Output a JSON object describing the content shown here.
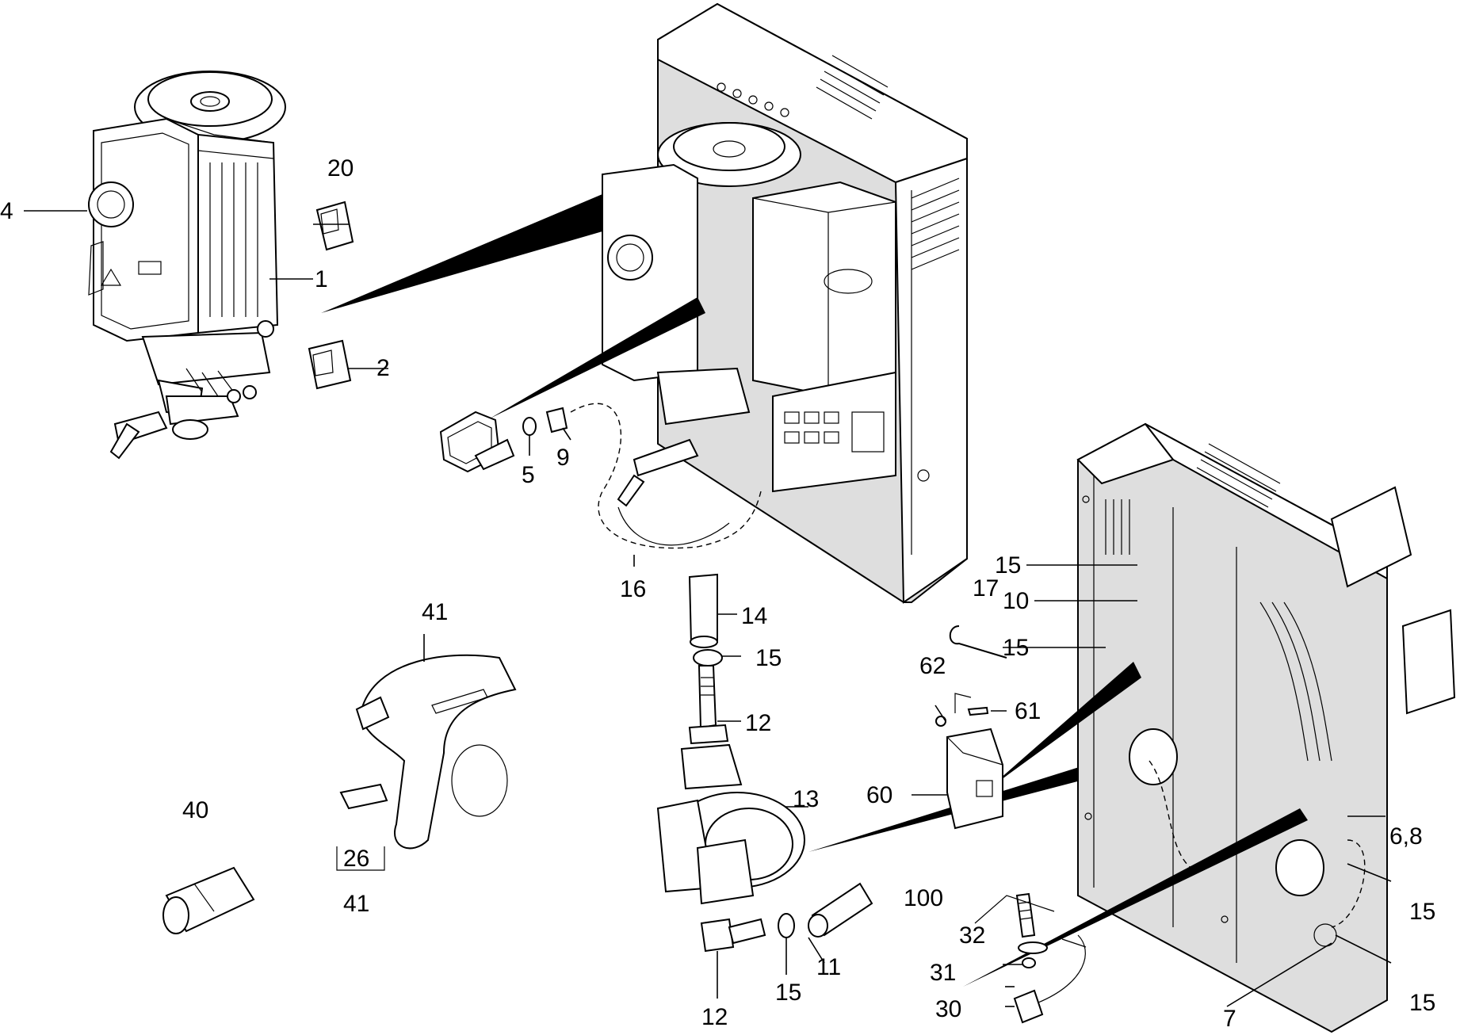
{
  "diagram": {
    "callouts": [
      {
        "id": "c4",
        "text": "4"
      },
      {
        "id": "c20",
        "text": "20"
      },
      {
        "id": "c1",
        "text": "1"
      },
      {
        "id": "c2",
        "text": "2"
      },
      {
        "id": "c5",
        "text": "5"
      },
      {
        "id": "c9",
        "text": "9"
      },
      {
        "id": "c16",
        "text": "16"
      },
      {
        "id": "c41a",
        "text": "41"
      },
      {
        "id": "c26",
        "text": "26"
      },
      {
        "id": "c41b",
        "text": "41"
      },
      {
        "id": "c40",
        "text": "40"
      },
      {
        "id": "c14",
        "text": "14"
      },
      {
        "id": "c15a",
        "text": "15"
      },
      {
        "id": "c12a",
        "text": "12"
      },
      {
        "id": "c13",
        "text": "13"
      },
      {
        "id": "c11",
        "text": "11"
      },
      {
        "id": "c15b",
        "text": "15"
      },
      {
        "id": "c12b",
        "text": "12"
      },
      {
        "id": "c17",
        "text": "17"
      },
      {
        "id": "c15c",
        "text": "15"
      },
      {
        "id": "c10",
        "text": "10"
      },
      {
        "id": "c15d",
        "text": "15"
      },
      {
        "id": "c62",
        "text": "62"
      },
      {
        "id": "c61",
        "text": "61"
      },
      {
        "id": "c60",
        "text": "60"
      },
      {
        "id": "c100",
        "text": "100"
      },
      {
        "id": "c32",
        "text": "32"
      },
      {
        "id": "c31",
        "text": "31"
      },
      {
        "id": "c30",
        "text": "30"
      },
      {
        "id": "c7",
        "text": "7"
      },
      {
        "id": "c68",
        "text": "6,8"
      },
      {
        "id": "c15e",
        "text": "15"
      },
      {
        "id": "c15f",
        "text": "15"
      }
    ]
  }
}
